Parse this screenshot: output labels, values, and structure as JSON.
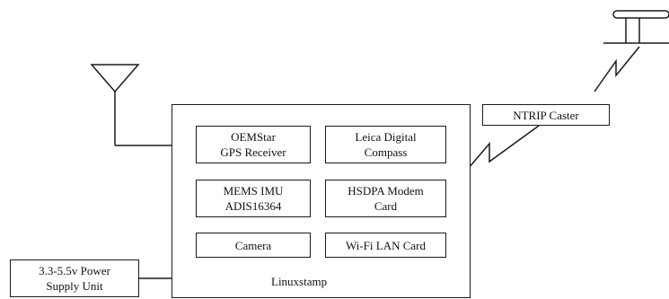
{
  "diagram": {
    "main_board": "Linuxstamp",
    "components": {
      "gps_receiver": "OEMStar\nGPS Receiver",
      "compass": "Leica Digital\nCompass",
      "imu": "MEMS IMU\nADIS16364",
      "modem": "HSDPA Modem\nCard",
      "camera": "Camera",
      "wifi": "Wi-Fi LAN Card"
    },
    "power_supply": "3.3-5.5v Power\nSupply Unit",
    "ntrip_caster": "NTRIP Caster",
    "icons": [
      "gps-antenna-icon",
      "radio-tower-icon",
      "wireless-link-icon"
    ]
  }
}
